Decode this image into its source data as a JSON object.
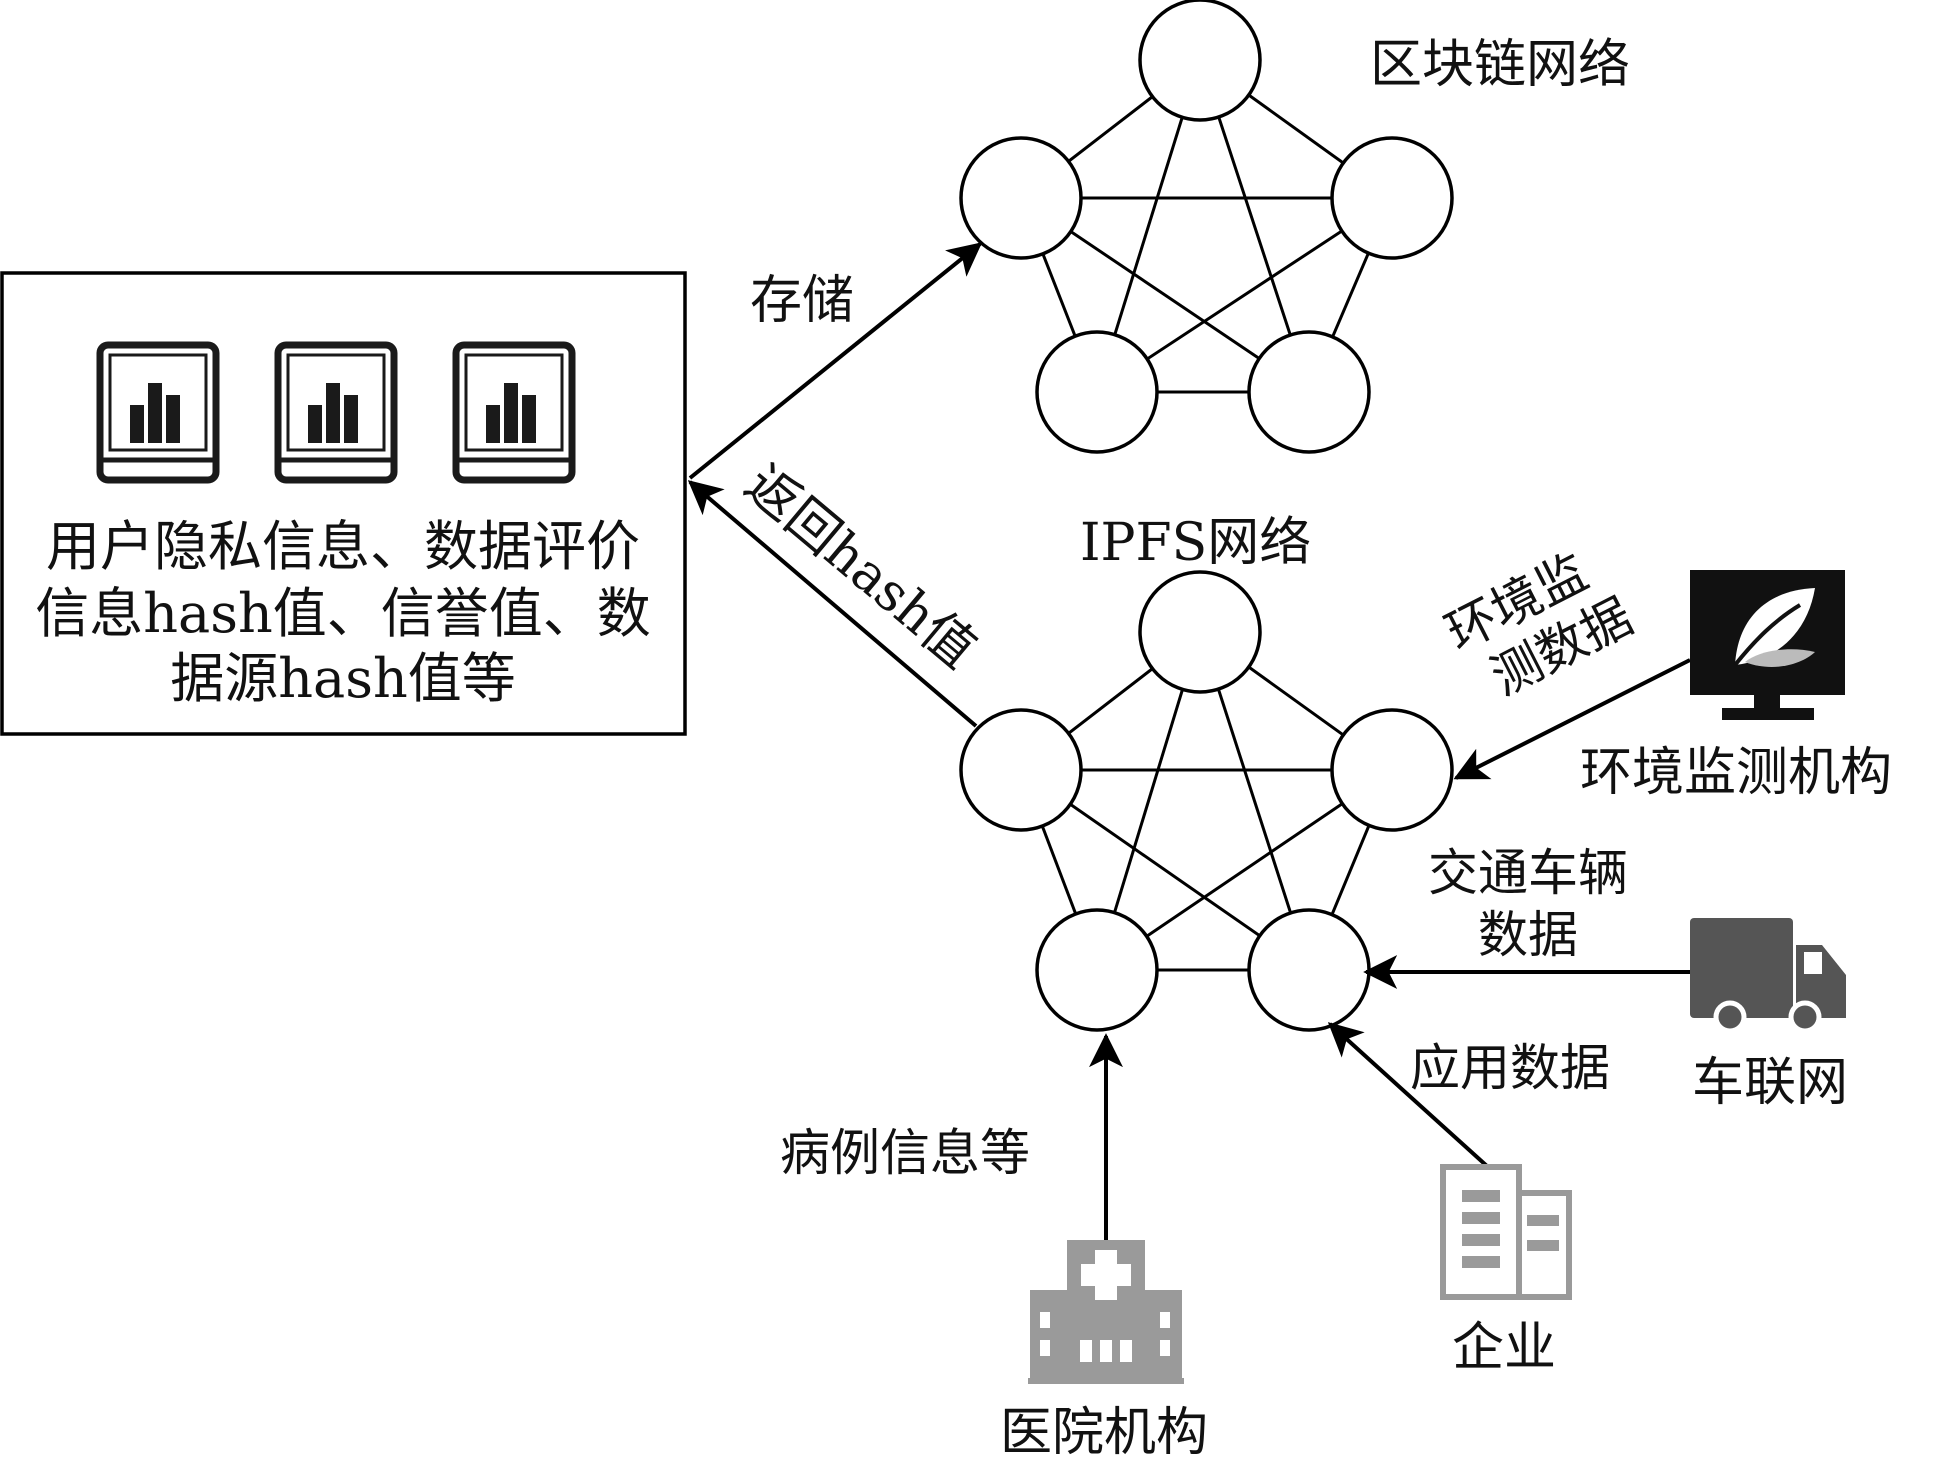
{
  "blockchain": {
    "title": "区块链网络"
  },
  "ipfs": {
    "title": "IPFS网络"
  },
  "storage_box": {
    "lines": [
      "用户隐私信息、数据评价",
      "信息hash值、信誉值、数",
      "据源hash值等"
    ],
    "icon": "server-icon"
  },
  "arrows": {
    "store": "存储",
    "return_hash": "返回hash值",
    "env_data": [
      "环境监",
      "测数据"
    ],
    "traffic_data": [
      "交通车辆",
      "数据"
    ],
    "app_data": "应用数据",
    "case_data": "病例信息等"
  },
  "sources": {
    "env_agency": {
      "label": "环境监测机构",
      "icon": "monitor-leaf-icon"
    },
    "iov": {
      "label": "车联网",
      "icon": "truck-icon"
    },
    "enterprise": {
      "label": "企业",
      "icon": "office-building-icon"
    },
    "hospital": {
      "label": "医院机构",
      "icon": "hospital-icon"
    }
  },
  "colors": {
    "line": "#000000",
    "icon_dark": "#1a1a1a",
    "icon_gray": "#9a9a9a",
    "truck": "#555555"
  }
}
